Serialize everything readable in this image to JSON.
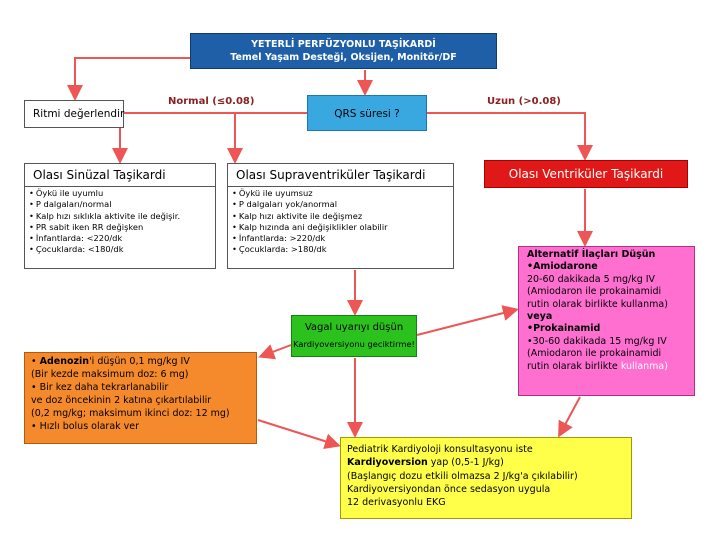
{
  "header": {
    "title": "YETERLİ PERFÜZYONLU TAŞİKARDİ",
    "subtitle": "Temel Yaşam Desteği, Oksijen, Monitör/DF"
  },
  "ritm": {
    "label": "Ritmi değerlendir"
  },
  "qrs": {
    "label": "QRS süresi ?"
  },
  "branches": {
    "normal": "Normal (≤0.08)",
    "uzun": "Uzun (>0.08)"
  },
  "col1": {
    "title": "Olası Sinüzal Taşikardi",
    "items": [
      "Öykü ile uyumlu",
      "P dalgaları/normal",
      "Kalp hızı sıklıkla aktivite ile değişir.",
      "PR sabit iken RR değişken",
      "İnfantlarda: <220/dk",
      "Çocuklarda: <180/dk"
    ]
  },
  "col2": {
    "title": "Olası Supraventriküler Taşikardi",
    "items": [
      "Öykü ile uyumsuz",
      "P dalgaları yok/anormal",
      "Kalp hızı aktivite ile değişmez",
      "Kalp hızında ani değişiklikler olabilir",
      "İnfantlarda: >220/dk",
      "Çocuklarda: >180/dk"
    ]
  },
  "col3": {
    "title": "Olası Ventriküler Taşikardi"
  },
  "vagal": {
    "title": "Vagal uyarıyı düşün",
    "note": "Kardiyoversiyonu geciktirme!"
  },
  "adenozin": {
    "drug": "Adenozin",
    "line1_rest": "'i düşün 0,1 mg/kg IV",
    "line2": "(Bir kezde maksimum doz: 6 mg)",
    "line3": "• Bir kez daha tekrarlanabilir",
    "line4": "ve doz öncekinin 2 katına çıkartılabilir",
    "line5": "(0,2 mg/kg; maksimum ikinci doz: 12 mg)",
    "line6": "• Hızlı bolus olarak ver"
  },
  "alt": {
    "title": "Alternatif İlaçları Düşün",
    "drug1": "•Amiodarone",
    "l1": "20-60 dakikada 5 mg/kg IV",
    "l2": "(Amiodaron ile prokainamidi",
    "l3": "rutin olarak birlikte kullanma)",
    "veya": "veya",
    "drug2": "•Prokainamid",
    "l4": "•30-60 dakikada 15 mg/kg IV",
    "l5": "(Amiodaron ile prokainamidi",
    "l6a": "rutin olarak birlikte ",
    "l6b": "kullanma)"
  },
  "cardio": {
    "l1": "Pediatrik Kardiyoloji konsultasyonu iste",
    "l2a": "Kardiyoversion",
    "l2b": " yap (0,5-1 J/kg)",
    "l3": "(Başlangıç dozu etkili olmazsa 2 J/kg'a çıkılabilir)",
    "l4": "Kardiyoversiyondan önce sedasyon uygula",
    "l5": "12 derivasyonlu EKG"
  },
  "colors": {
    "header": "#1f5fa8",
    "qrs": "#3aa8e0",
    "ventricular": "#e01818",
    "vagal": "#2bc21d",
    "adenozin": "#f58a2c",
    "alternative": "#ff6fd0",
    "cardioversion": "#ffff4a",
    "arrows": "#ee5555"
  }
}
